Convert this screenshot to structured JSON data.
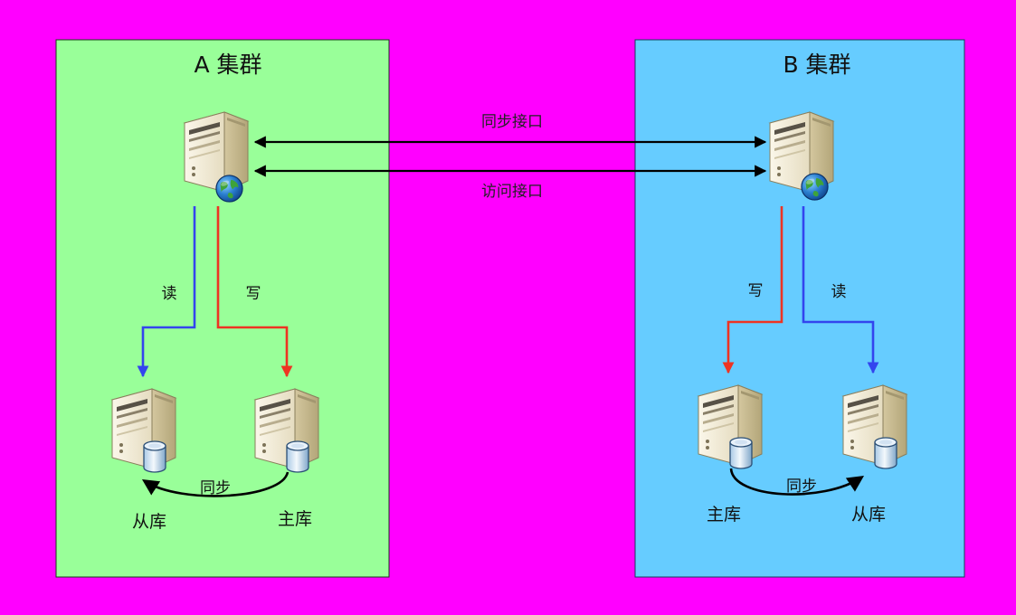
{
  "colors": {
    "background": "#ff00ff",
    "cluster_a_fill": "#99ff99",
    "cluster_b_fill": "#66ccff",
    "read_arrow": "#3344ee",
    "write_arrow": "#ee3322",
    "interface_arrow": "#000000",
    "sync_arrow": "#000000"
  },
  "clusters": {
    "a": {
      "title": "A 集群",
      "read_label": "读",
      "write_label": "写",
      "sync_label": "同步",
      "replica_label": "从库",
      "primary_label": "主库"
    },
    "b": {
      "title": "B 集群",
      "read_label": "读",
      "write_label": "写",
      "sync_label": "同步",
      "replica_label": "从库",
      "primary_label": "主库"
    }
  },
  "interfaces": {
    "sync_label": "同步接口",
    "access_label": "访问接口"
  },
  "icons": {
    "gateway_server": "server-globe-icon",
    "db_server": "server-database-icon"
  }
}
